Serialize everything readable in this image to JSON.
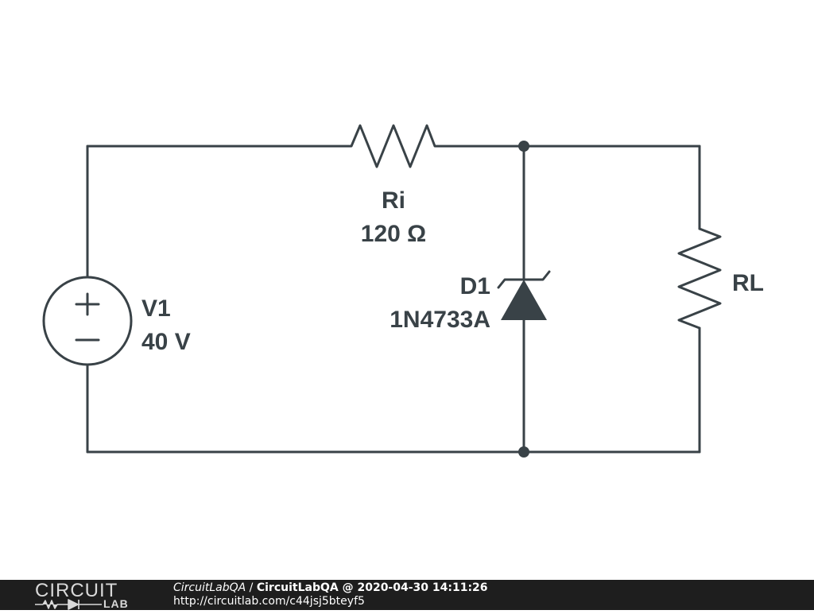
{
  "schematic": {
    "components": {
      "source": {
        "name": "V1",
        "value": "40 V"
      },
      "series_resistor": {
        "name": "Ri",
        "value": "120 Ω"
      },
      "zener": {
        "name": "D1",
        "value": "1N4733A"
      },
      "load": {
        "name": "RL"
      }
    },
    "colors": {
      "wire": "#394247",
      "background": "#ffffff"
    }
  },
  "footer": {
    "logo_top": "CIRCUIT",
    "logo_bottom": "LAB",
    "user": "CircuitLabQA",
    "separator": " / ",
    "title": "CircuitLabQA @ 2020-04-30 14:11:26",
    "url": "http://circuitlab.com/c44jsj5bteyf5",
    "background": "#1e1e1e"
  }
}
